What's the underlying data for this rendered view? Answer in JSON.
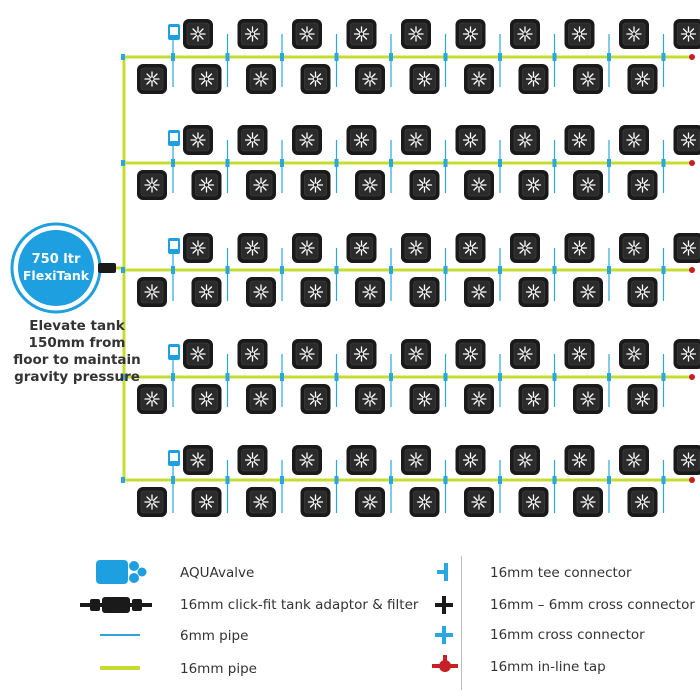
{
  "colors": {
    "main_pipe": "#c6dc31",
    "small_pipe": "#29a7e1",
    "tank": "#1e9fe0",
    "pot": "#1a1a1a",
    "tap": "#c62026",
    "aquavalve": "#1e9fe0"
  },
  "tank": {
    "line1": "750 ltr",
    "line2": "FlexiTank"
  },
  "tank_note": {
    "line1": "Elevate tank",
    "line2": "150mm from",
    "line3": "floor to maintain",
    "line4": "gravity pressure"
  },
  "layout_rows": 5,
  "pots_per_side": 10,
  "legend": {
    "aquavalve": "AQUAvalve",
    "tank_adaptor": "16mm click-fit tank adaptor & filter",
    "pipe_6mm": "6mm pipe",
    "pipe_16mm": "16mm pipe",
    "tee": "16mm tee connector",
    "cross_6mm": "16mm – 6mm cross connector",
    "cross_16mm": "16mm cross connector",
    "tap": "16mm in-line tap"
  },
  "icons": {
    "pot": "pot-icon",
    "aquavalve": "aquavalve-icon",
    "tee": "tee-connector-icon",
    "cross": "cross-connector-icon",
    "tap": "inline-tap-icon"
  }
}
